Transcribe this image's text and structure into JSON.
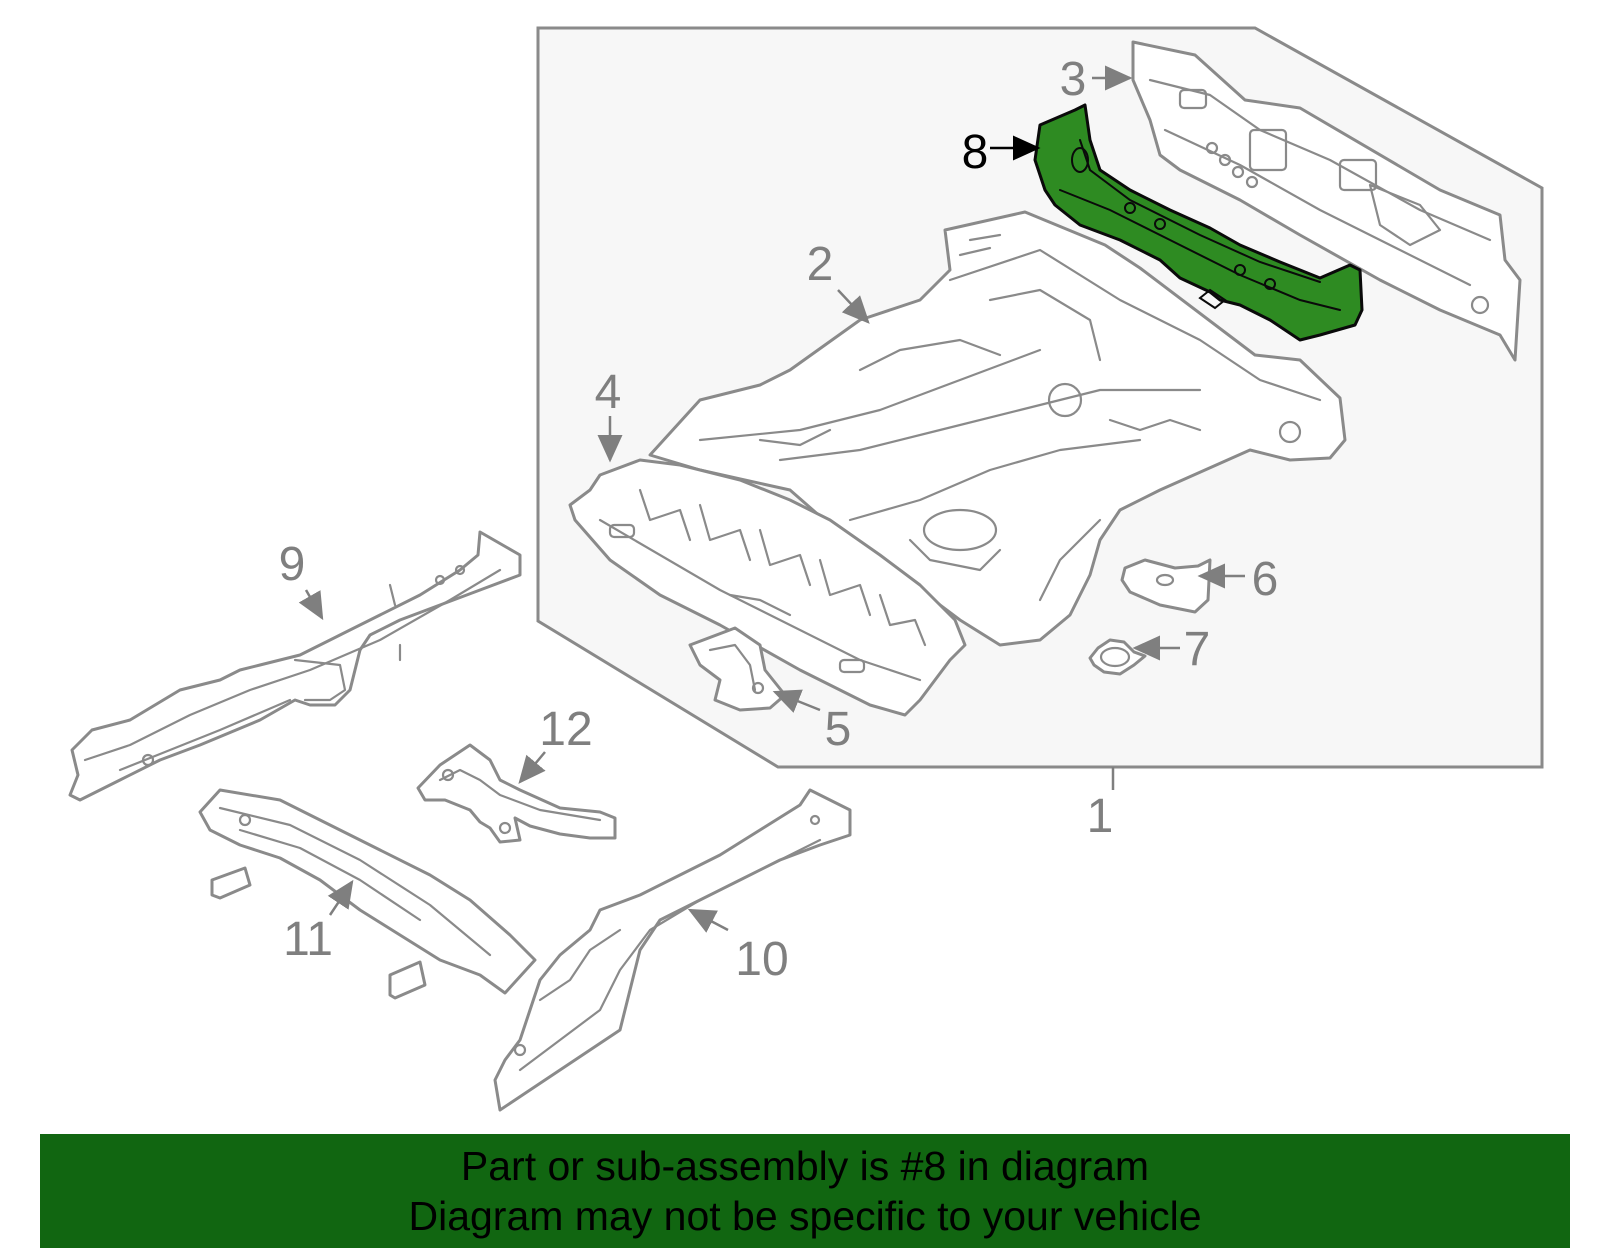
{
  "diagram": {
    "callouts": {
      "c1": "1",
      "c2": "2",
      "c3": "3",
      "c4": "4",
      "c5": "5",
      "c6": "6",
      "c7": "7",
      "c8": "8",
      "c9": "9",
      "c10": "10",
      "c11": "11",
      "c12": "12"
    },
    "highlighted_part": "8",
    "highlight_color": "#2e8b22",
    "line_color": "#8a8a8a",
    "panel_color": "#f7f7f7"
  },
  "banner": {
    "line1": "Part or sub-assembly is #8 in diagram",
    "line2": "Diagram may not be specific to your vehicle",
    "background": "#116611"
  }
}
